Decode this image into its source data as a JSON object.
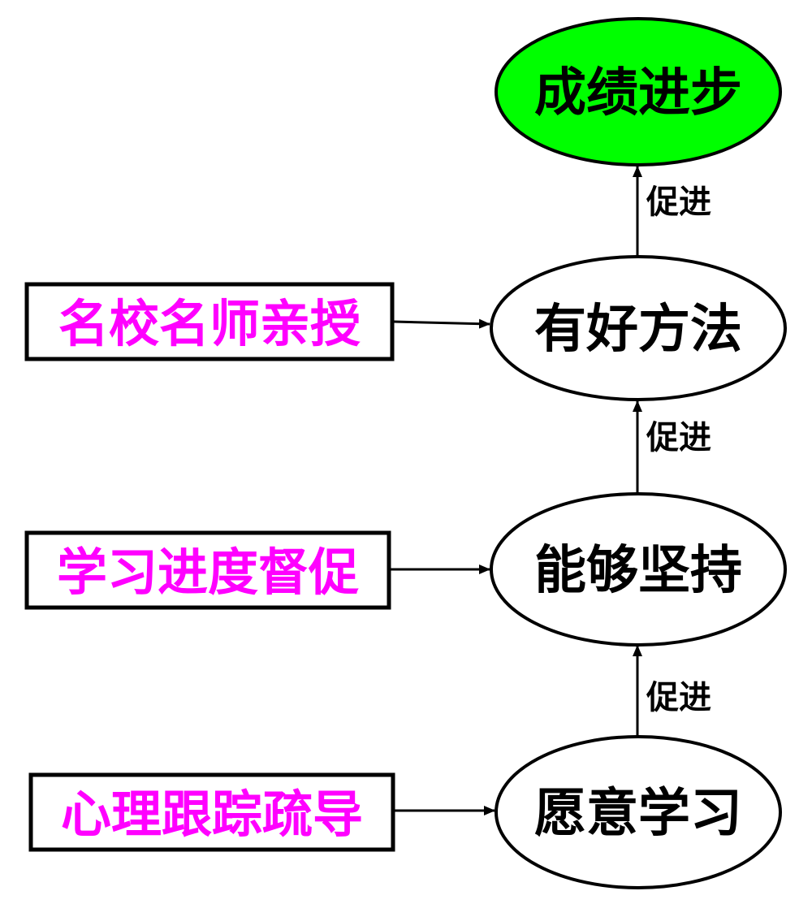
{
  "colors": {
    "goal_fill": "#00ff00",
    "node_fill": "#ffffff",
    "stroke": "#000000",
    "source_text": "#ff00ff",
    "node_text": "#000000"
  },
  "nodes": {
    "grades_improve": "成绩进步",
    "good_method": "有好方法",
    "persevere": "能够坚持",
    "willing_to_learn": "愿意学习"
  },
  "sources": {
    "famous_teachers": "名校名师亲授",
    "progress_supervision": "学习进度督促",
    "psychological_guidance": "心理跟踪疏导"
  },
  "edge_labels": {
    "method_to_grades": "促进",
    "persevere_to_method": "促进",
    "willing_to_persevere": "促进"
  }
}
